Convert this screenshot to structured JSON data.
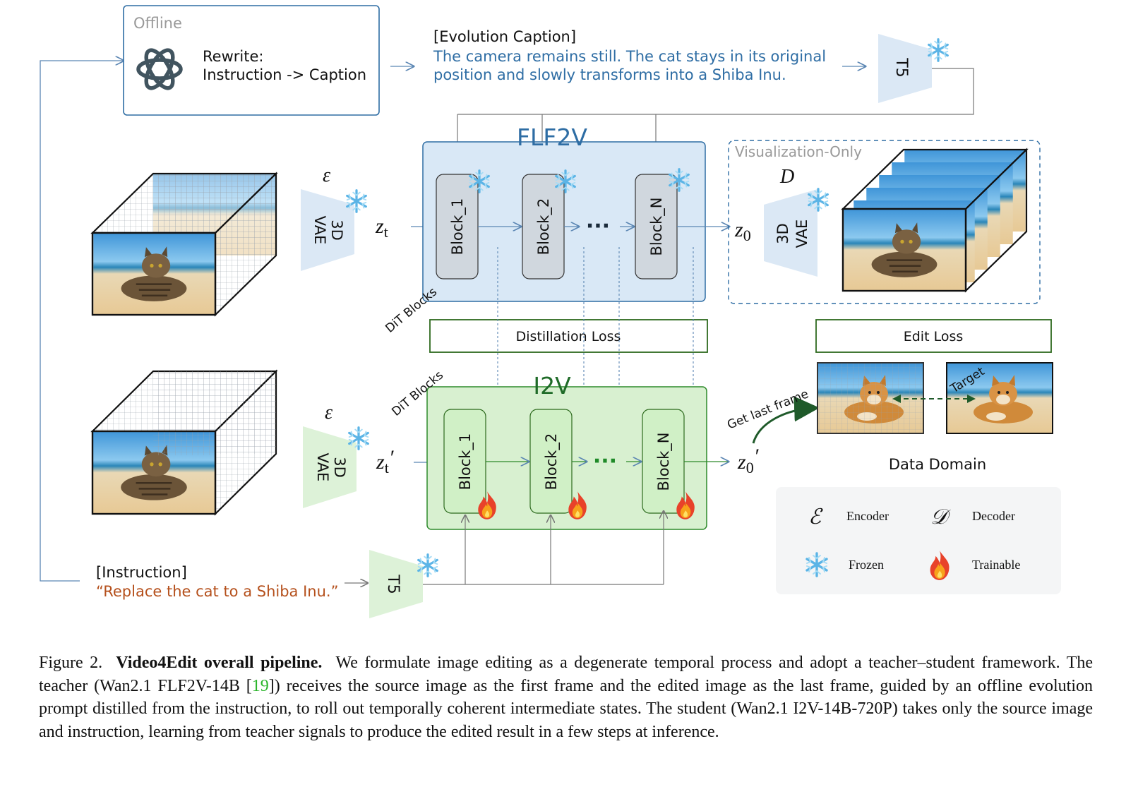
{
  "offline": {
    "label": "Offline",
    "rewrite_line1": "Rewrite:",
    "rewrite_line2": "Instruction -> Caption"
  },
  "evolution_caption": {
    "title": "[Evolution Caption]",
    "line1": "The camera remains still. The cat stays in its original",
    "line2": "position and slowly transforms into a Shiba Inu."
  },
  "t5_label": "T5",
  "flf2v": {
    "title": "FLF2V",
    "blocks": [
      "Block_1",
      "Block_2",
      "Block_N"
    ],
    "dots": "···"
  },
  "i2v": {
    "title": "I2V",
    "blocks": [
      "Block_1",
      "Block_2",
      "Block_N"
    ],
    "dots": "···"
  },
  "dit_blocks": "DiT Blocks",
  "vae": {
    "line1": "3D",
    "line2": "VAE"
  },
  "encoder_symbol": "ε",
  "decoder_symbol": "D",
  "latents": {
    "zt": "z",
    "zt_sub": "t",
    "zt_prime": "′",
    "z0": "z",
    "z0_sub": "0",
    "z0_prime": "′"
  },
  "visualization_only": "Visualization-Only",
  "distillation_loss": "Distillation Loss",
  "edit_loss": "Edit Loss",
  "get_last_frame": "Get last frame",
  "target": "Target",
  "data_domain": "Data Domain",
  "instruction": {
    "title": "[Instruction]",
    "text": "“Replace the cat to a Shiba Inu.”"
  },
  "legend": {
    "encoder_symbol": "ℰ",
    "encoder": "Encoder",
    "decoder_symbol": "𝒟",
    "decoder": "Decoder",
    "frozen_icon": "❄",
    "frozen": "Frozen",
    "trainable_icon": "🔥",
    "trainable": "Trainable"
  },
  "caption": {
    "figure_label": "Figure 2.",
    "bold_title": "Video4Edit overall pipeline.",
    "text_before_ref": "We formulate image editing as a degenerate temporal process and adopt a teacher–student framework. The teacher (Wan2.1 FLF2V-14B [",
    "ref": "19",
    "text_after_ref": "]) receives the source image as the first frame and the edited image as the last frame, guided by an offline evolution prompt distilled from the instruction, to roll out temporally coherent intermediate states. The student (Wan2.1 I2V-14B-720P) takes only the source image and instruction, learning from teacher signals to produce the edited result in a few steps at inference."
  },
  "colors": {
    "accent_blue": "#2e6da4",
    "flf2v_fill": "#d9e8f6",
    "i2v_fill": "#d8f0d0",
    "green_border": "#2d6a1e",
    "instruction_text": "#b5501c",
    "ref_green": "#2bb52b"
  }
}
